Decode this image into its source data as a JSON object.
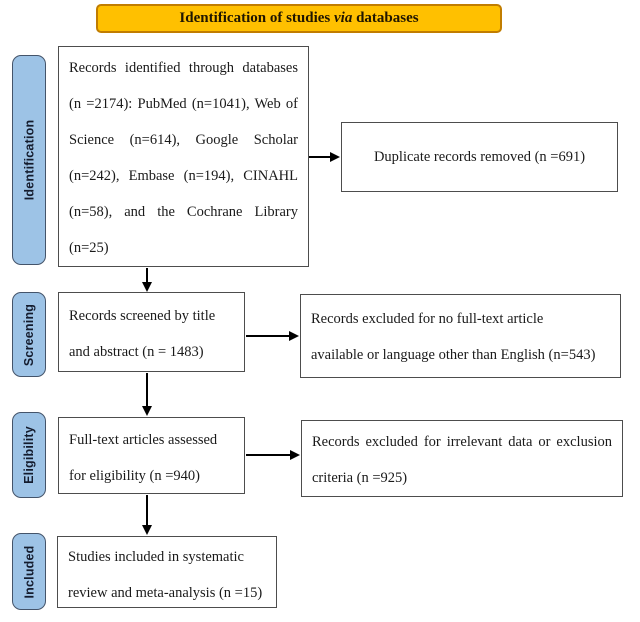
{
  "banner": {
    "text_before": "Identification of studies",
    "text_italic": "via",
    "text_after": "databases"
  },
  "stages": {
    "identification": "Identification",
    "screening": "Screening",
    "eligibility": "Eligibility",
    "included": "Included"
  },
  "boxes": {
    "identified": {
      "lines": [
        "Records identified through databases",
        "(n =2174): PubMed (n=1041), Web of",
        "Science (n=614), Google Scholar",
        "(n=242), Embase (n=194), CINAHL",
        "(n=58), and the Cochrane Library",
        "(n=25)"
      ]
    },
    "duplicates": {
      "text": "Duplicate records removed (n =691)"
    },
    "screened": {
      "lines": [
        "Records screened by title",
        "and abstract (n = 1483)"
      ]
    },
    "screen_excluded": {
      "lines": [
        "Records excluded for no full-text article",
        "available or language other than English (n=543)"
      ]
    },
    "fulltext": {
      "lines": [
        "Full-text articles assessed",
        "for eligibility (n =940)"
      ]
    },
    "fulltext_excluded": {
      "lines": [
        "Records excluded for irrelevant data or exclusion",
        "criteria (n =925)"
      ]
    },
    "included": {
      "lines": [
        "Studies included in systematic",
        "review and meta-analysis (n =15)"
      ]
    }
  },
  "colors": {
    "banner_bg": "#FFC000",
    "banner_border": "#C17D00",
    "stage_bg": "#9DC3E6",
    "stage_border": "#44546A",
    "box_border": "#4D4D4D",
    "arrow": "#000000"
  }
}
